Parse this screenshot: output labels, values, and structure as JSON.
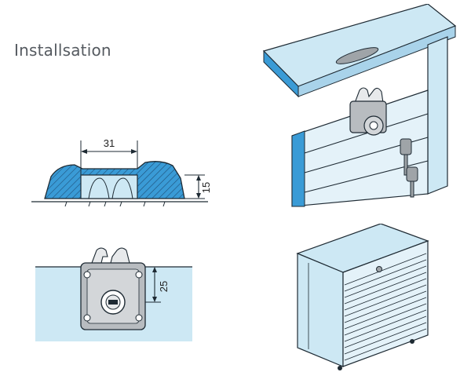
{
  "header": {
    "title": "Installsation"
  },
  "dimensions": {
    "cutout_width": "31",
    "cutout_depth": "15",
    "lock_offset": "25"
  },
  "colors": {
    "panel_blue": "#cde8f4",
    "edge_blue": "#3a9bd6",
    "metal_grey": "#b8bcc0",
    "line": "#1e2a33"
  },
  "icons": {
    "cross_section": "routing-cross-section-icon",
    "plate_view": "lock-plate-front-icon",
    "installed_view": "installed-lock-perspective-icon",
    "cabinet_view": "roller-shutter-cabinet-icon"
  }
}
